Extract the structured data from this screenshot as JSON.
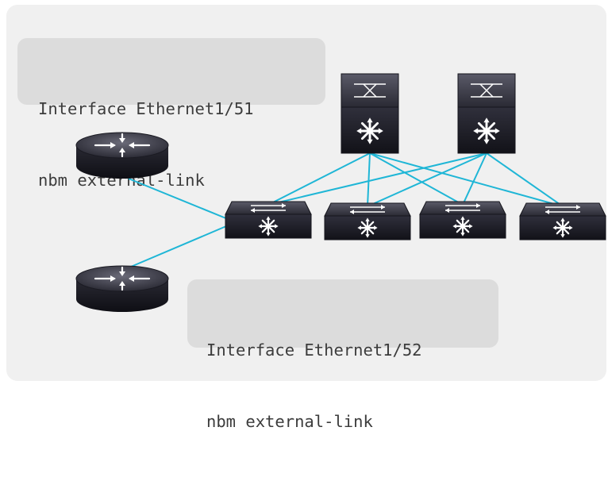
{
  "callouts": [
    {
      "line1": "Interface Ethernet1/51",
      "line2": "nbm external-link"
    },
    {
      "line1": "Interface Ethernet1/52",
      "line2": "nbm external-link"
    }
  ],
  "colors": {
    "link": "#1fb6d6",
    "device_dark": "#1c1c24",
    "device_mid": "#3a3a46",
    "background_panel": "#f0f0f0",
    "callout_bg": "#dcdcdc"
  },
  "devices": {
    "routers": [
      "router-icon",
      "router-icon"
    ],
    "spines": [
      "spine-switch-icon",
      "spine-switch-icon"
    ],
    "leaves": [
      "leaf-switch-icon",
      "leaf-switch-icon",
      "leaf-switch-icon",
      "leaf-switch-icon"
    ]
  }
}
